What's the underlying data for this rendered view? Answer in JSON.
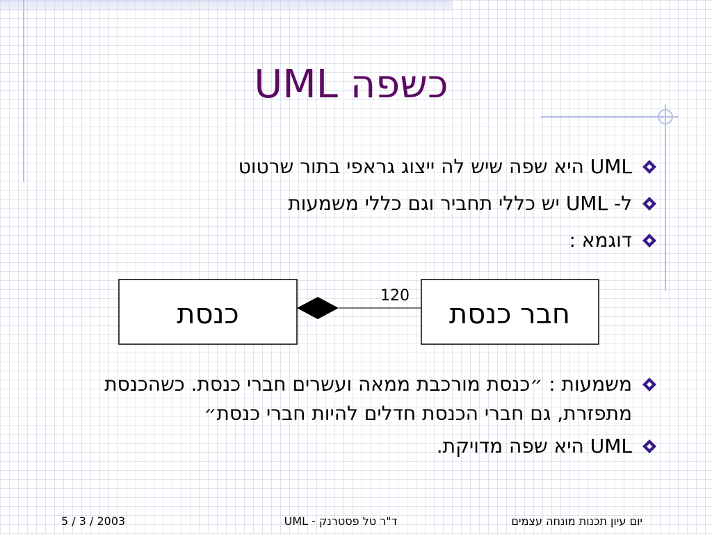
{
  "slide": {
    "title": "כשפה  UML",
    "title_color": "#5a0a63"
  },
  "bullets_top": [
    "UML היא שפה שיש לה ייצוג גראפי בתור שרטוט",
    "ל- UML יש כללי תחביר וגם כללי משמעות",
    "דוגמא :"
  ],
  "diagram": {
    "left_box": "כנסת",
    "right_box": "חבר כנסת",
    "multiplicity": "120",
    "association": "composition",
    "diamond_icon": "filled-diamond-icon"
  },
  "bullets_bottom": [
    "משמעות : ״כנסת מורכבת ממאה ועשרים חברי כנסת. כשהכנסת מתפזרת, גם חברי הכנסת חדלים להיות חברי כנסת״",
    "UML היא שפה מדויקת."
  ],
  "bullet_icon": "diamond-bullet-icon",
  "bullet_color": "#3a1a86",
  "footer": {
    "date": "5 / 3 / 2003",
    "author": "ד\"ר טל פסטרנק  -  UML",
    "course": "יום עיון תכנות מונחה עצמים"
  }
}
